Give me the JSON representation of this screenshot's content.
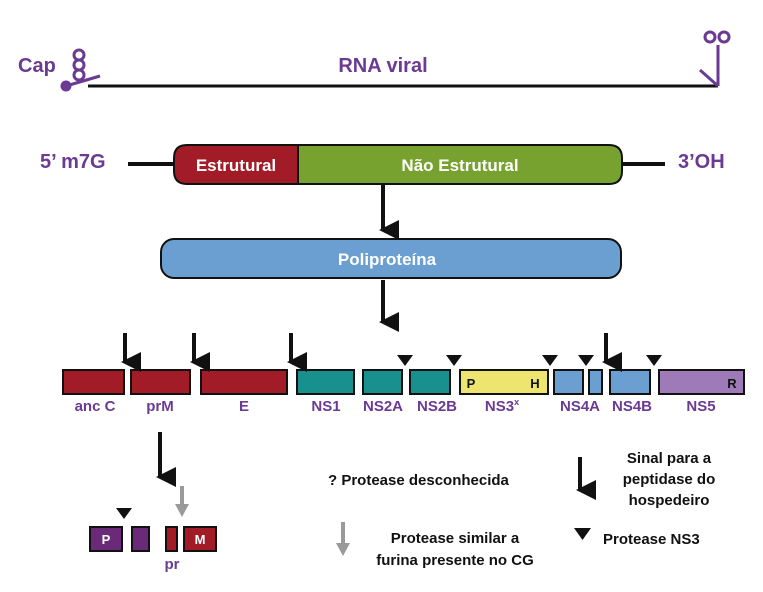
{
  "rna": {
    "cap_label": "Cap",
    "title": "RNA viral"
  },
  "genome": {
    "five_prime": "5’ m7G",
    "three_prime": "3’OH",
    "structural": "Estrutural",
    "nonstructural": "Não Estrutural",
    "structural_color": "#a11c27",
    "nonstructural_color": "#78a22f"
  },
  "polyprotein": {
    "label": "Poliproteína",
    "color": "#6b9fd1"
  },
  "proteins": [
    {
      "label": "anc C",
      "color": "#a11c27"
    },
    {
      "label": "prM",
      "color": "#a11c27"
    },
    {
      "label": "E",
      "color": "#a11c27"
    },
    {
      "label": "NS1",
      "color": "#17908e"
    },
    {
      "label": "NS2A",
      "color": "#17908e"
    },
    {
      "label": "NS2B",
      "color": "#17908e"
    },
    {
      "label": "NS3",
      "sup": "x",
      "color": "#ede56f",
      "domain_left": "P",
      "domain_right": "H"
    },
    {
      "label": "NS4A",
      "color": "#6b9fd1"
    },
    {
      "label": "NS4B",
      "color": "#6b9fd1"
    },
    {
      "label": "NS5",
      "color": "#9e7ab8",
      "domain_right": "R"
    }
  ],
  "maturation": {
    "p_label": "P",
    "m_label": "M",
    "pr_label": "pr"
  },
  "legend": {
    "unknown_protease": "? Protease desconhecida",
    "host_signal_lines": [
      "Sinal para a",
      "peptidase do",
      "hospedeiro"
    ],
    "furin_lines": [
      "Protease similar a",
      "furina presente no CG"
    ],
    "ns3_protease": "Protease NS3"
  }
}
